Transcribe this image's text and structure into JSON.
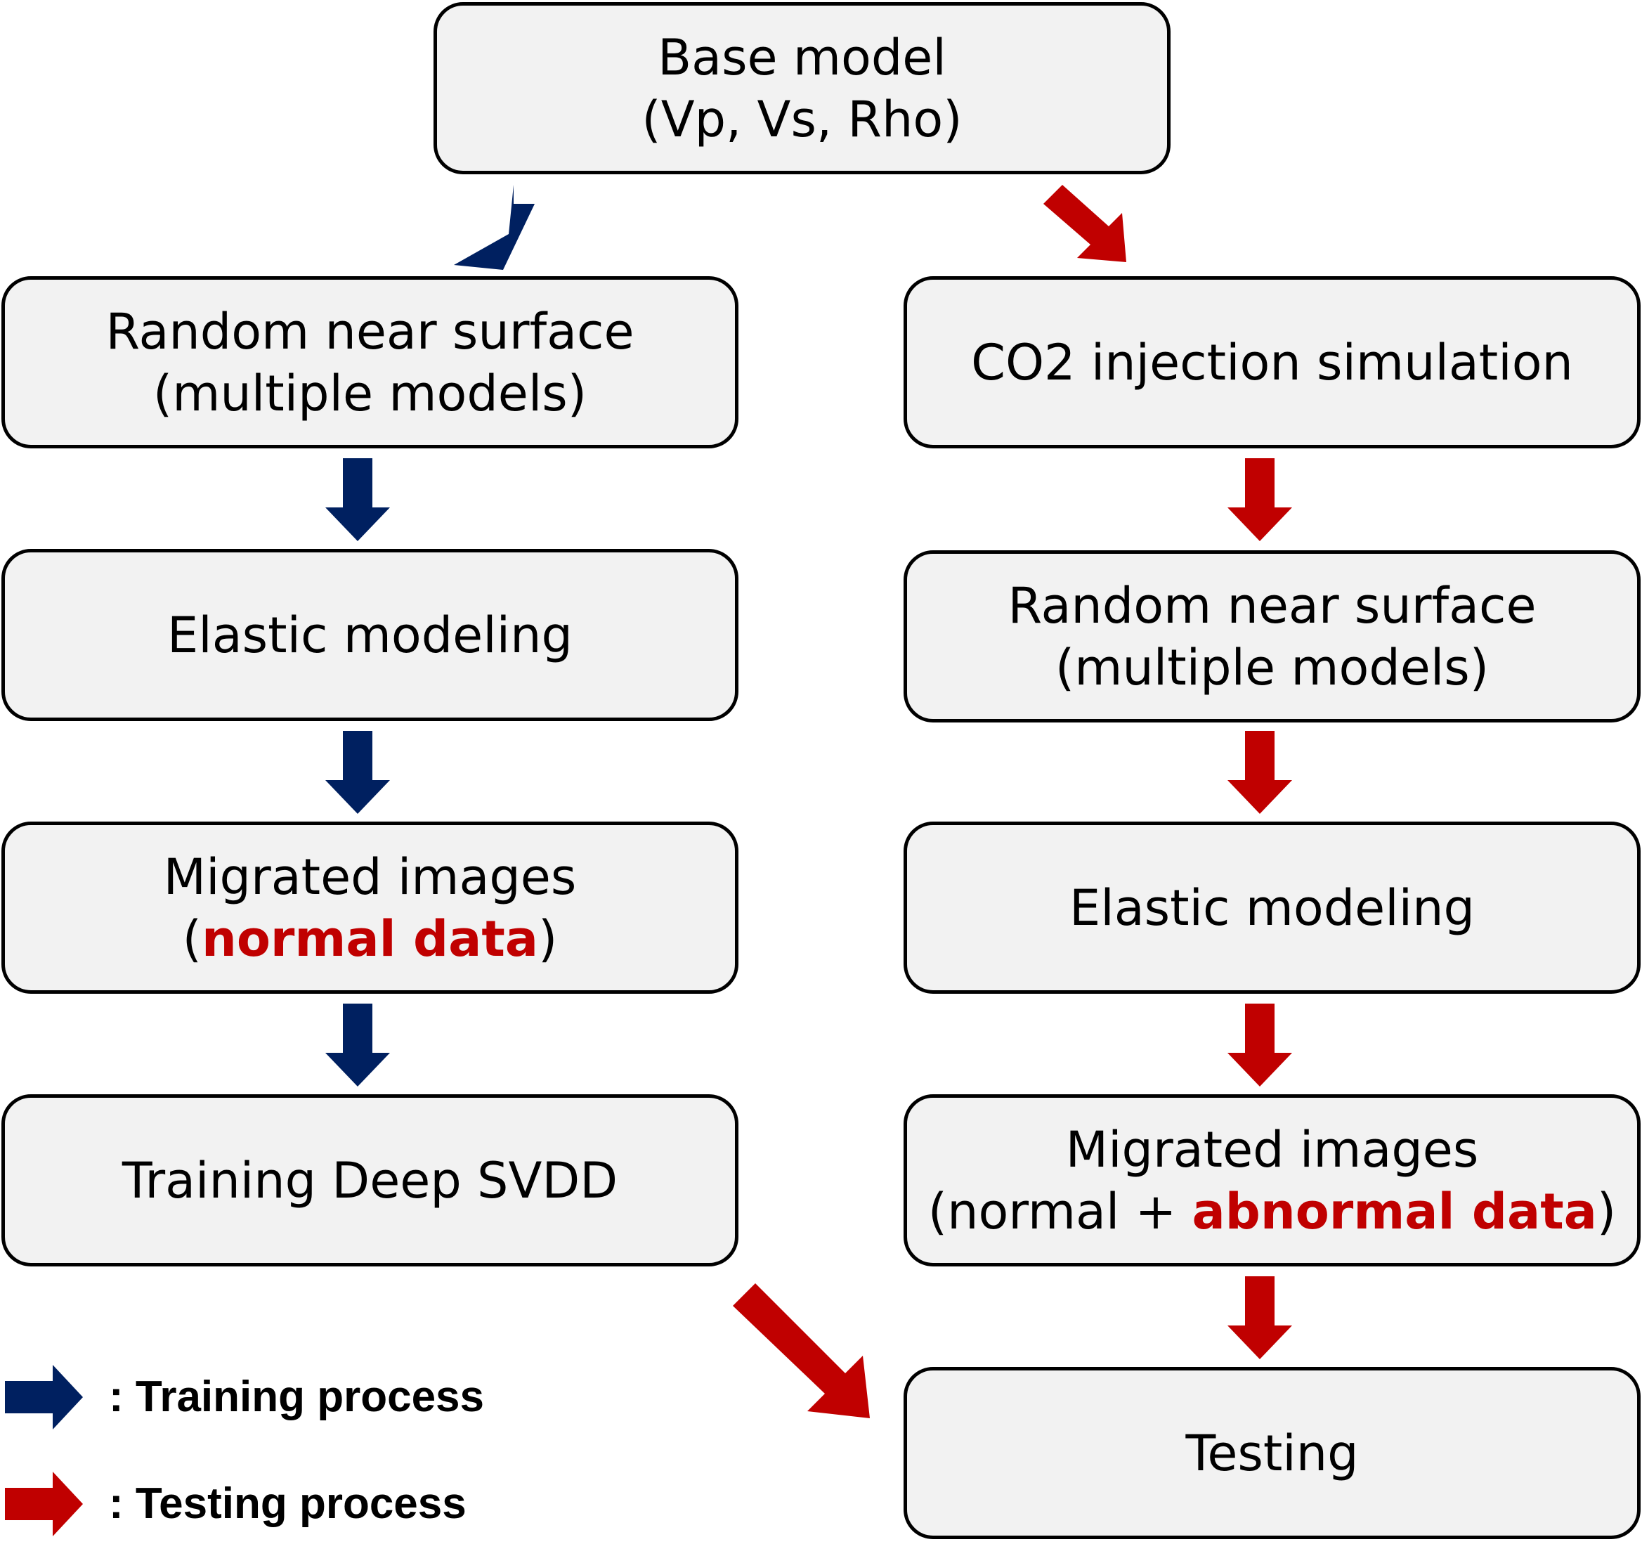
{
  "nodes": {
    "base_model": {
      "line1": "Base model",
      "line2": "(Vp, Vs, Rho)"
    },
    "left": {
      "random_surface": {
        "line1": "Random near surface",
        "line2": "(multiple models)"
      },
      "elastic_modeling": {
        "line1": "Elastic modeling"
      },
      "migrated_images": {
        "line1": "Migrated images",
        "open": "(",
        "highlight": "normal data",
        "close": ")"
      },
      "training": {
        "line1": "Training Deep SVDD"
      }
    },
    "right": {
      "co2_injection": {
        "line1": "CO2 injection simulation"
      },
      "random_surface": {
        "line1": "Random near surface",
        "line2": "(multiple models)"
      },
      "elastic_modeling": {
        "line1": "Elastic modeling"
      },
      "migrated_images": {
        "line1": "Migrated images",
        "prefix": "(normal + ",
        "highlight": "abnormal data",
        "close": ")"
      },
      "testing": {
        "line1": "Testing"
      }
    }
  },
  "legend": {
    "training": ": Training process",
    "testing": ": Testing process"
  },
  "colors": {
    "training_arrow": "#002060",
    "testing_arrow": "#c00000",
    "highlight_text": "#c00000",
    "box_fill": "#f2f2f2"
  }
}
